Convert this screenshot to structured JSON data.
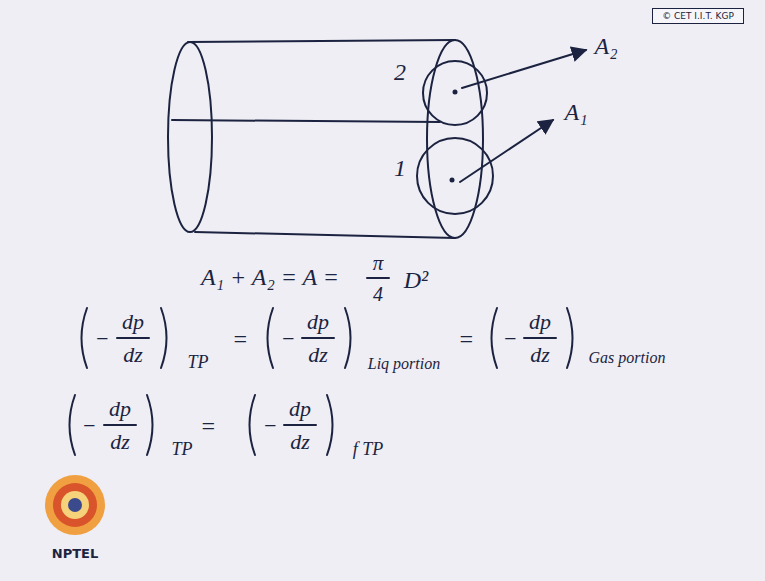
{
  "diagram": {
    "nodes": [
      {
        "text": [
          "© CET I.I.T. KGP"
        ]
      }
    ],
    "labels": [
      "2",
      "1",
      "A₂",
      "A₁",
      "A₁ + A₂ = A =",
      "π",
      "4",
      "D²",
      "−",
      "dp",
      "dz",
      "TP",
      "=",
      "−",
      "dp",
      "dz",
      "Liq portion",
      "=",
      "−",
      "dp",
      "dz",
      "Gas portion",
      "−",
      "dp",
      "dz",
      "TP",
      "=",
      "−",
      "dp",
      "dz",
      "f TP",
      "NPTEL"
    ]
  }
}
